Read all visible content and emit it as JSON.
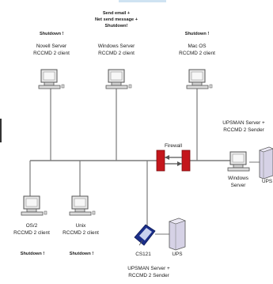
{
  "nodes": {
    "novell": {
      "status": "Shutdown !",
      "name": "Novell Server",
      "client": "RCCMD 2 client"
    },
    "windows": {
      "status_l1": "Send email +",
      "status_l2": "Net send message +",
      "status_l3": "Shutdown!",
      "name": "Windows Server",
      "client": "RCCMD 2 client"
    },
    "macos": {
      "status": "Shutdown !",
      "name": "Mac OS",
      "client": "RCCMD 2 client"
    },
    "os2": {
      "name": "OS/2",
      "client": "RCCMD 2 client",
      "status": "Shutdown !"
    },
    "unix": {
      "name": "Unix",
      "client": "RCCMD 2 client",
      "status": "Shutdown !"
    },
    "upsman_right": {
      "title_l1": "UPSMAN Server +",
      "title_l2": "RCCMD 2 Sender",
      "pc_l1": "Windows",
      "pc_l2": "Server",
      "ups": "UPS"
    },
    "firewall": {
      "label": "Firewall"
    },
    "upsman_bottom": {
      "adapter": "CS121",
      "ups": "UPS",
      "title_l1": "UPSMAN Server +",
      "title_l2": "RCCMD 2 Sender"
    }
  },
  "colors": {
    "line": "#7a7a7a",
    "firewall": "#c4161c",
    "ups_body": "#d6d2e6",
    "monitor": "#e8e8e8"
  }
}
